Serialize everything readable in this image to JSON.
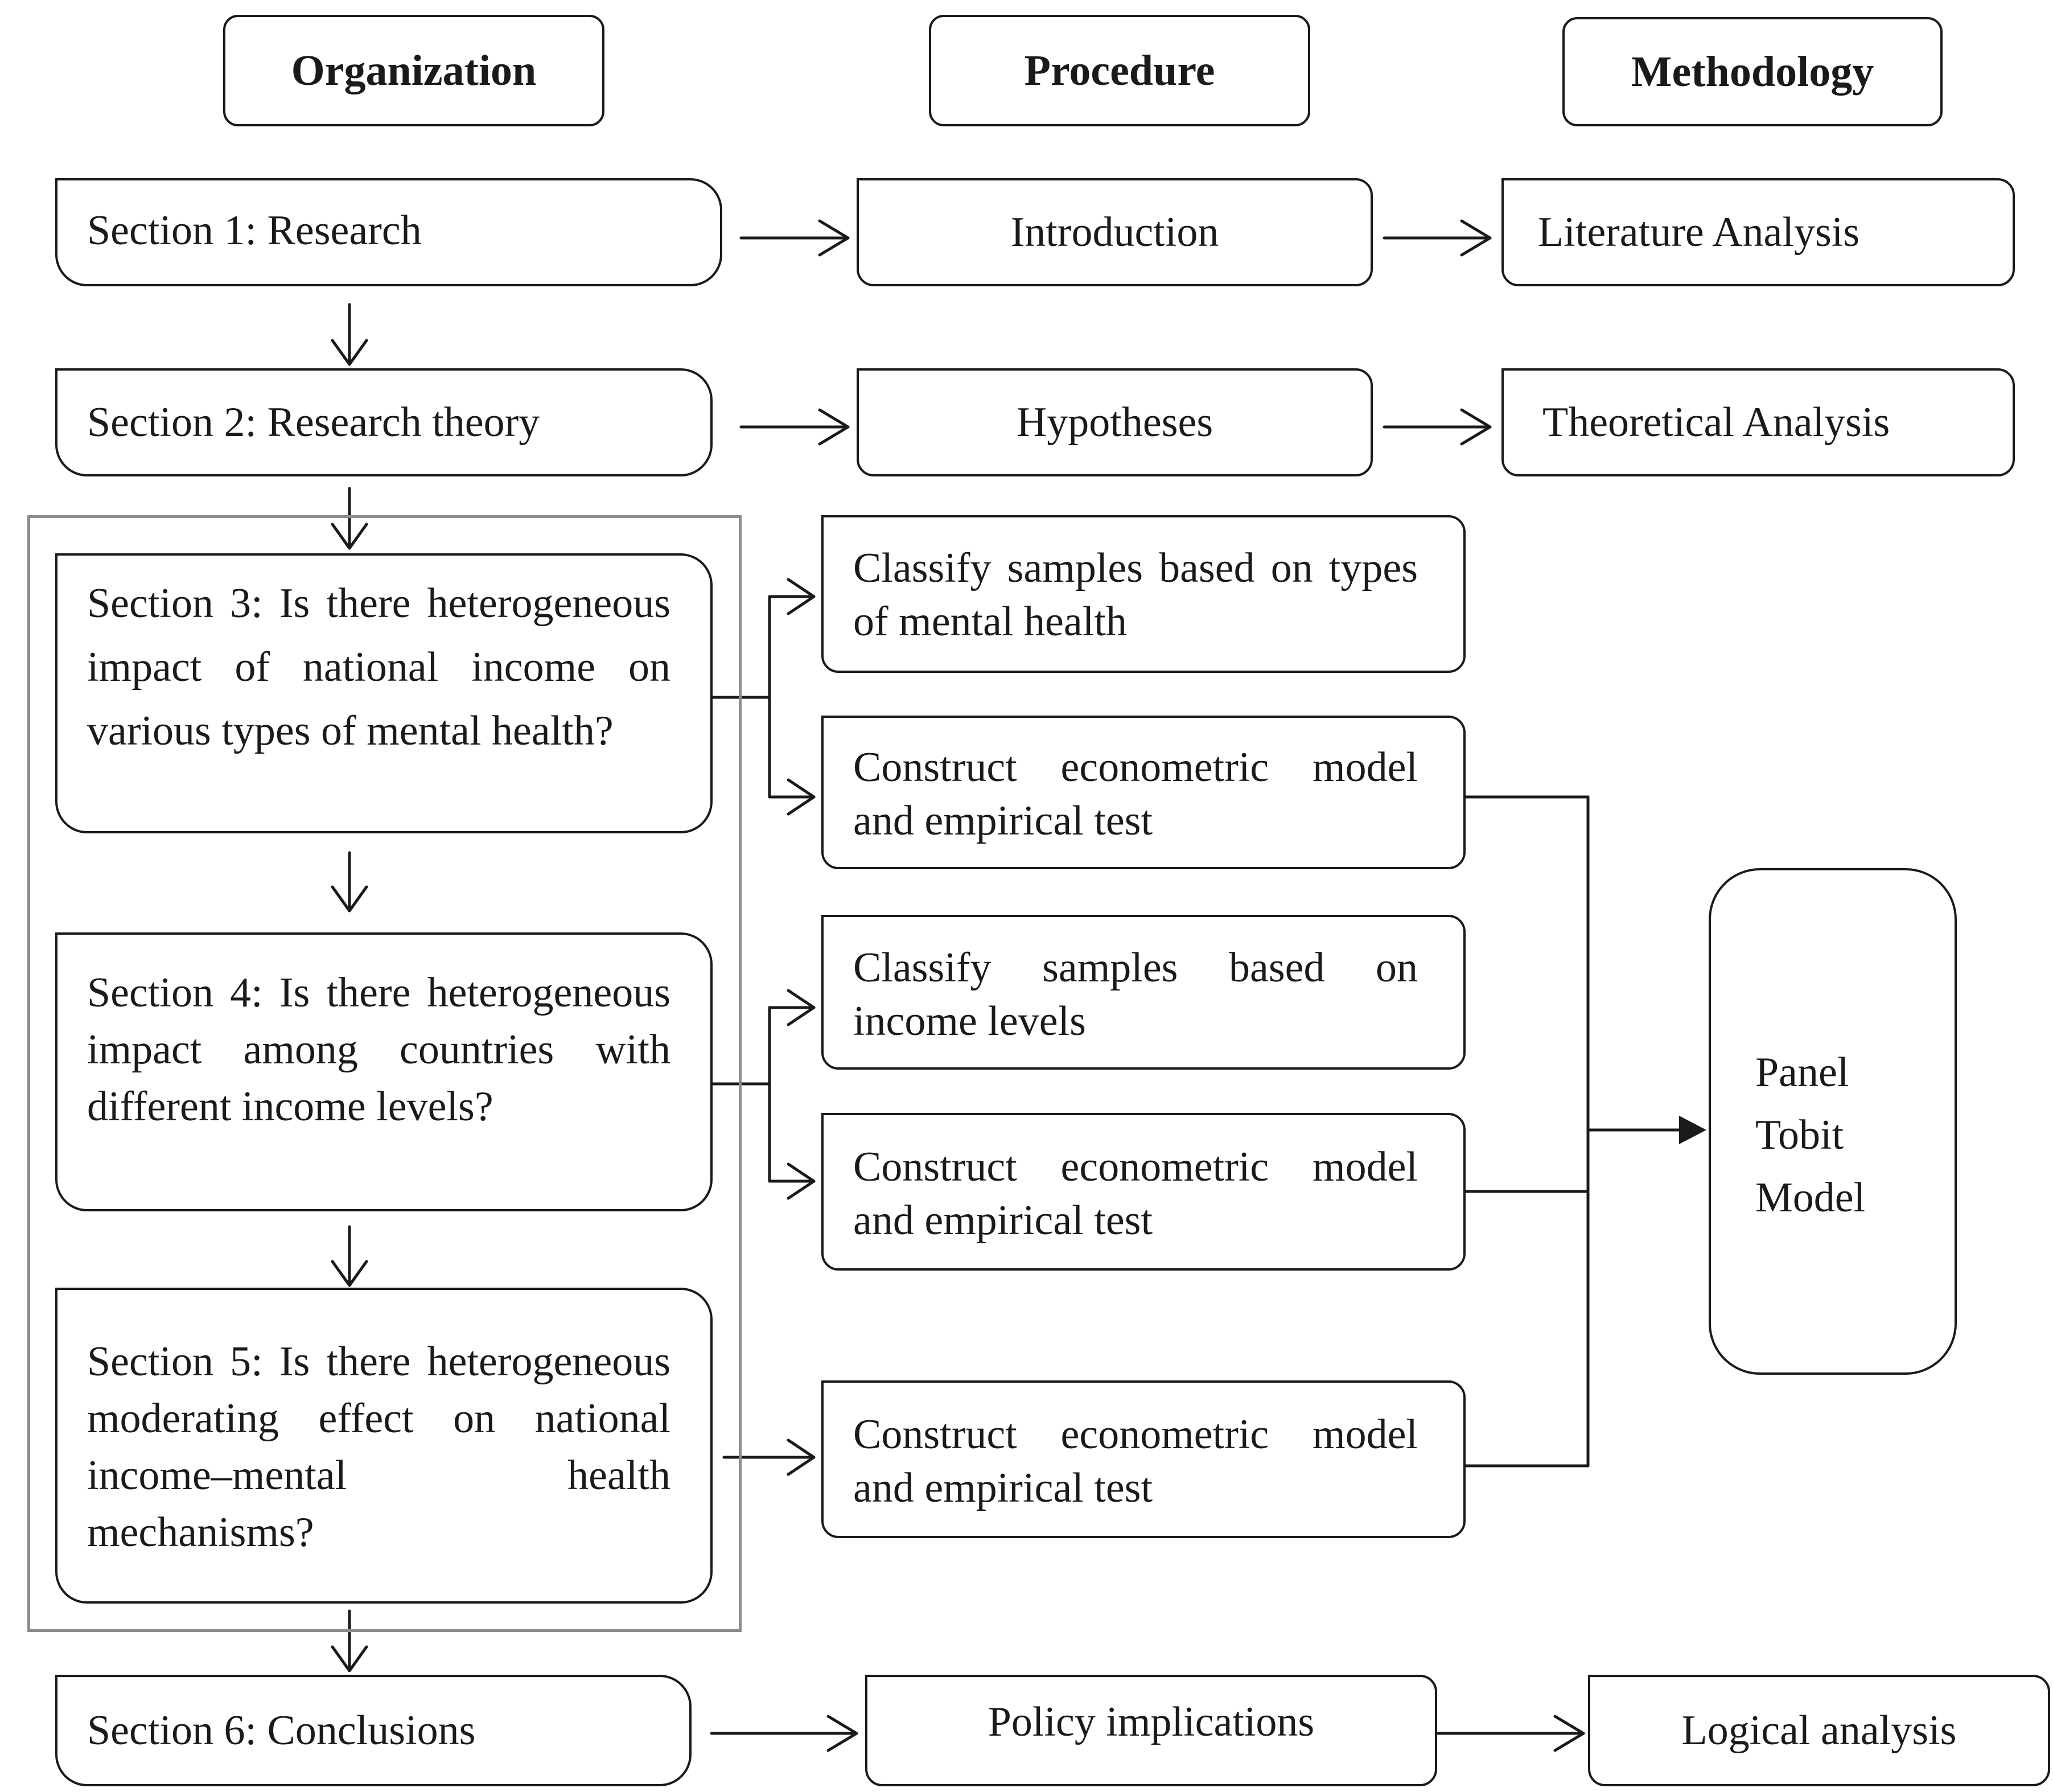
{
  "headers": {
    "organization": "Organization",
    "procedure": "Procedure",
    "methodology": "Methodology"
  },
  "sections": {
    "s1": "Section 1: Research",
    "s2": "Section 2: Research theory",
    "s3": "Section 3: Is there heterogeneous impact of national income on various types of mental health?",
    "s4": "Section 4: Is there heterogeneous impact among countries with different income levels?",
    "s5": "Section 5: Is there heterogeneous moderating effect on national income–mental health mechanisms?",
    "s6": "Section 6: Conclusions"
  },
  "procedure": {
    "introduction": "Introduction",
    "hypotheses": "Hypotheses",
    "classify_mental": "Classify samples based on types of mental health",
    "construct_1": "Construct econometric model and empirical test",
    "classify_income": "Classify samples based on income levels",
    "construct_2": "Construct econometric model and empirical test",
    "construct_3": "Construct econometric model and empirical test",
    "policy": "Policy implications"
  },
  "methodology": {
    "literature": "Literature Analysis",
    "theoretical": "Theoretical Analysis",
    "panel": "Panel",
    "tobit": "Tobit",
    "model": "Model",
    "logical": "Logical analysis"
  }
}
